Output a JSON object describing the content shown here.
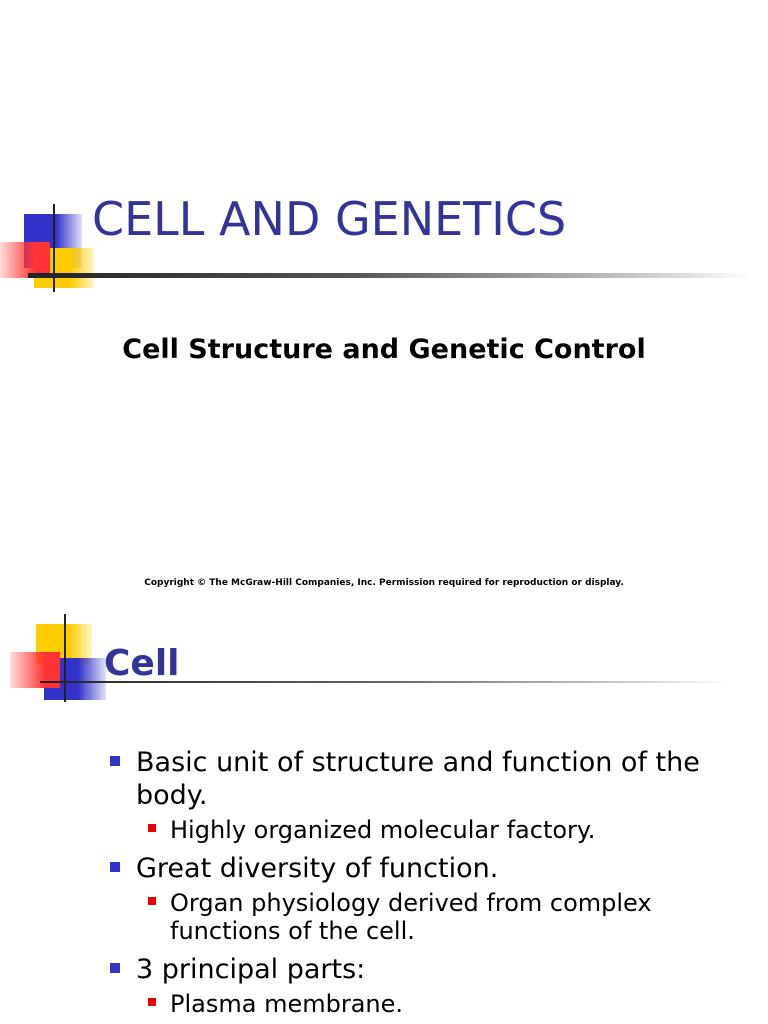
{
  "slide1": {
    "title": "CELL AND GENETICS",
    "subtitle": "Cell Structure and Genetic Control",
    "copyright": "Copyright © The McGraw-Hill Companies, Inc. Permission required for reproduction or display."
  },
  "slide2": {
    "title": "Cell",
    "bullets": [
      {
        "level": 1,
        "text": "Basic unit of structure and function of the body."
      },
      {
        "level": 2,
        "text": "Highly organized molecular factory."
      },
      {
        "level": 1,
        "text": "Great diversity of function."
      },
      {
        "level": 2,
        "text": "Organ physiology derived from complex functions of the cell."
      },
      {
        "level": 1,
        "text": "3 principal parts:"
      },
      {
        "level": 2,
        "text": "Plasma membrane."
      }
    ]
  },
  "colors": {
    "title": "#33339a",
    "bullet_level1": "#3333cc",
    "bullet_level2": "#ee0000",
    "logo_blue": "#3333cc",
    "logo_yellow": "#ffcc00",
    "logo_red": "#ff3333"
  }
}
